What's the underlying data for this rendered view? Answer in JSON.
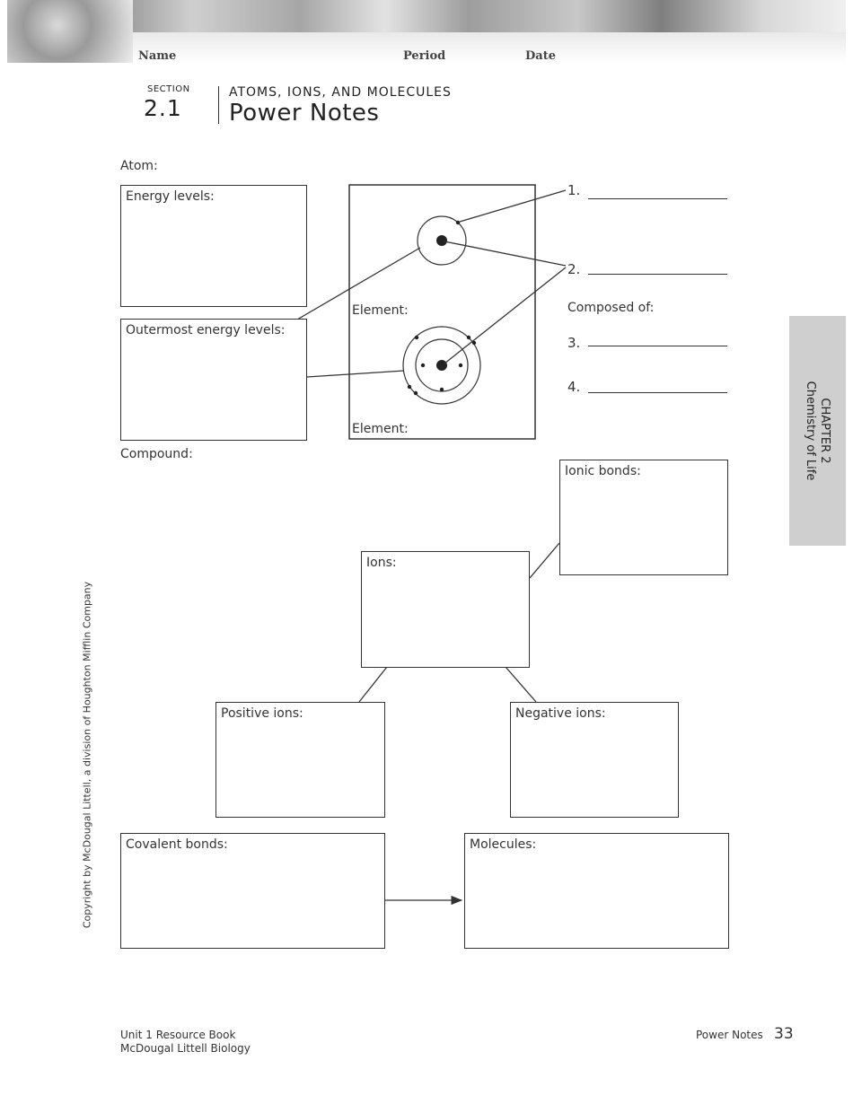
{
  "header": {
    "name_label": "Name",
    "period_label": "Period",
    "date_label": "Date"
  },
  "title_block": {
    "section_label": "SECTION",
    "section_number": "2.1",
    "topic": "ATOMS, IONS, AND MOLECULES",
    "title": "Power Notes"
  },
  "atom": {
    "label": "Atom:",
    "energy_levels_label": "Energy levels:",
    "outermost_label": "Outermost energy levels:",
    "element_label_1": "Element:",
    "element_label_2": "Element:",
    "blank_1": "1.",
    "blank_2": "2.",
    "composed_of_label": "Composed of:",
    "blank_3": "3.",
    "blank_4": "4."
  },
  "compound": {
    "label": "Compound:",
    "ionic_bonds_label": "Ionic bonds:",
    "ions_label": "Ions:",
    "positive_ions_label": "Positive ions:",
    "negative_ions_label": "Negative ions:",
    "covalent_bonds_label": "Covalent bonds:",
    "molecules_label": "Molecules:"
  },
  "side_tab": {
    "chapter": "CHAPTER 2",
    "subtitle": "Chemistry of Life"
  },
  "copyright": "Copyright by McDougal Littell, a division of Houghton Mifflin Company",
  "footer": {
    "book_line_1": "Unit 1 Resource Book",
    "book_line_2": "McDougal Littell Biology",
    "section_name": "Power Notes",
    "page_number": "33"
  }
}
